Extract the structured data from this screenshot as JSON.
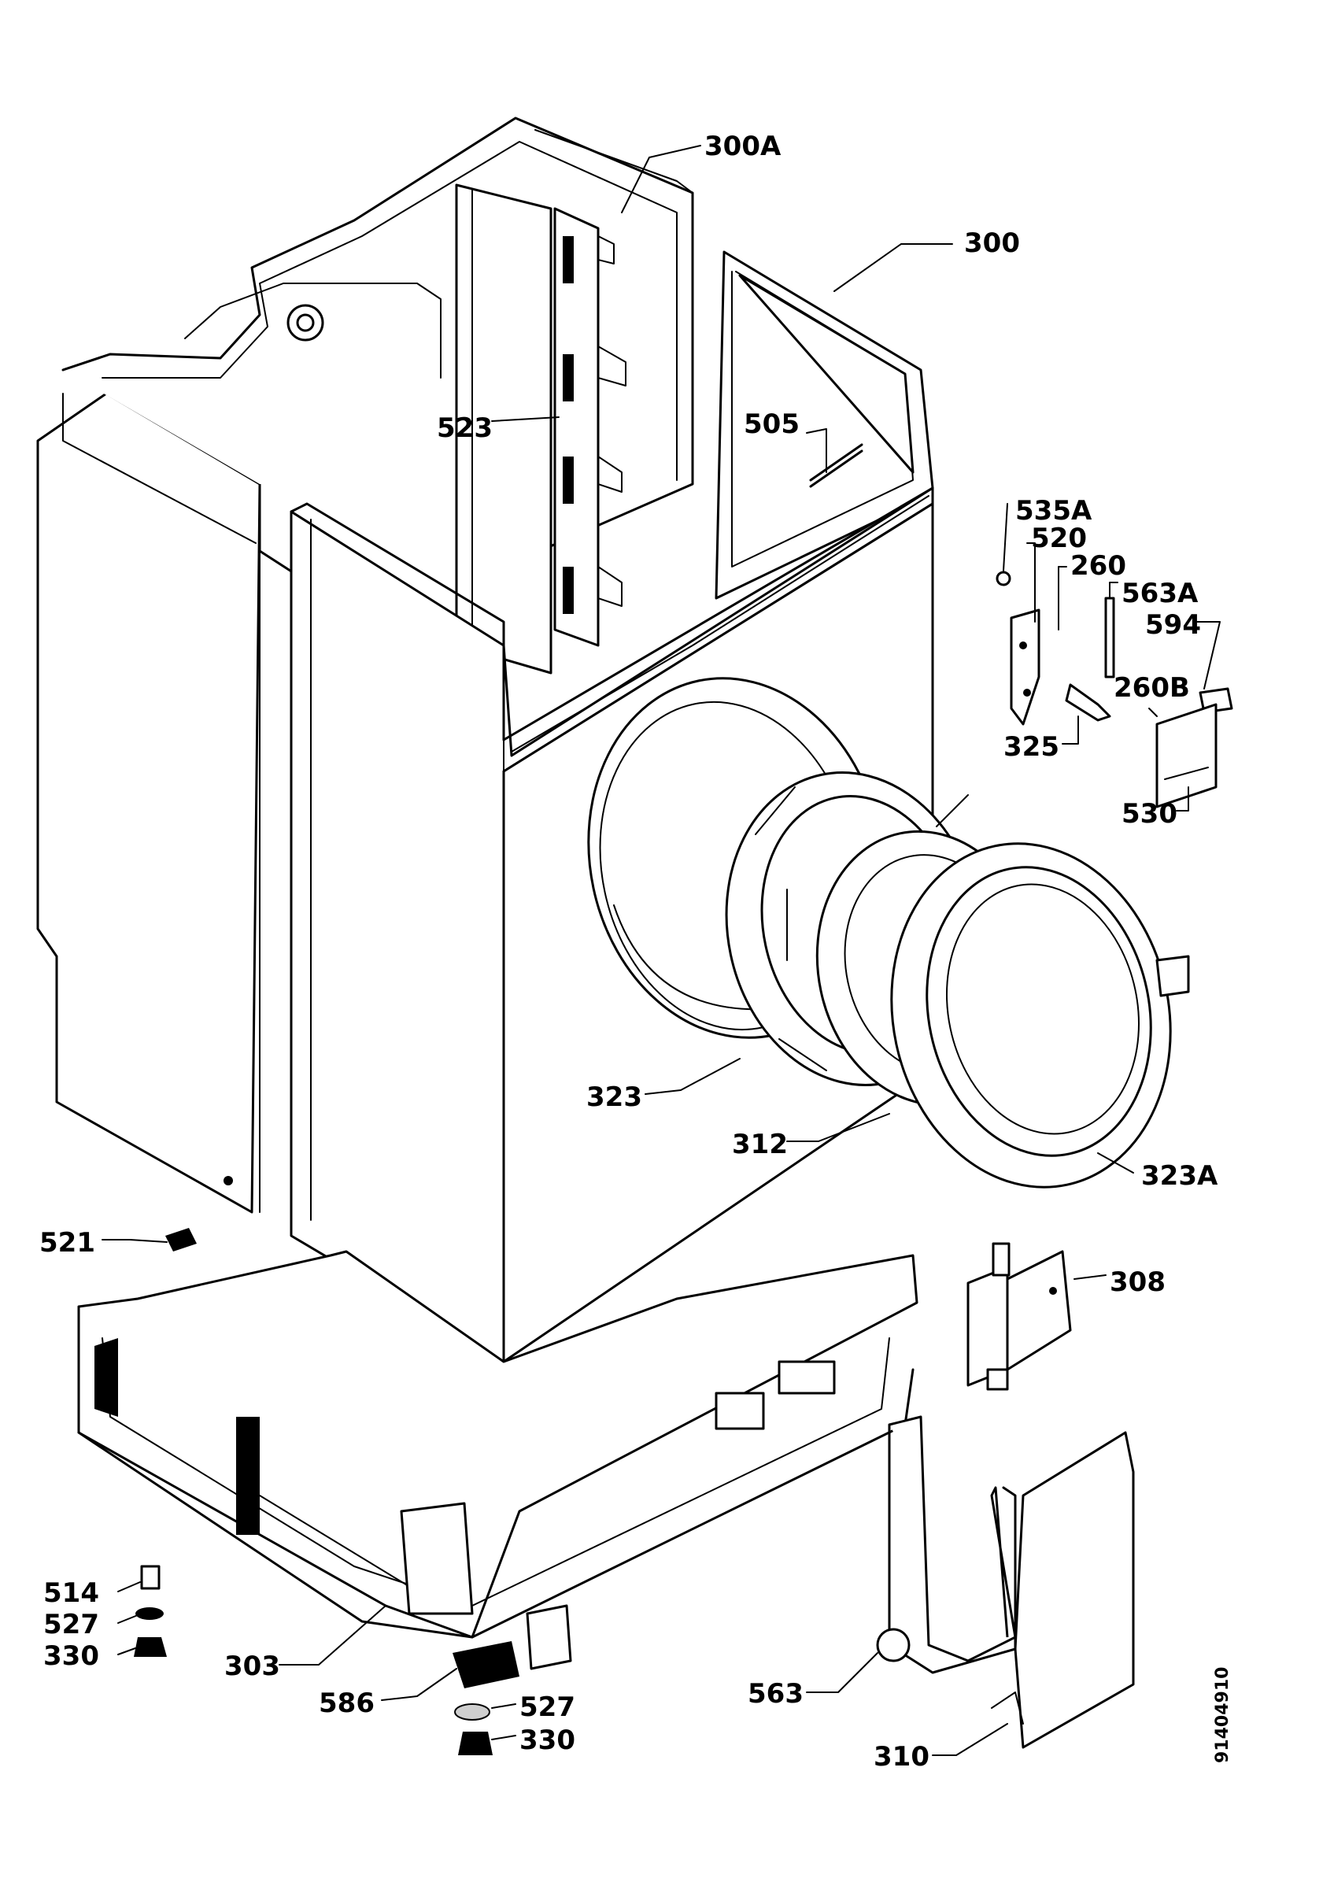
{
  "diagram": {
    "drawing_code": "91404910",
    "part_labels": [
      "300A",
      "300",
      "523",
      "505",
      "535A",
      "520",
      "260",
      "563A",
      "594",
      "260B",
      "325",
      "530",
      "323",
      "312",
      "323A",
      "521",
      "308",
      "514",
      "527",
      "330",
      "303",
      "586",
      "527",
      "330",
      "563",
      "310"
    ]
  }
}
